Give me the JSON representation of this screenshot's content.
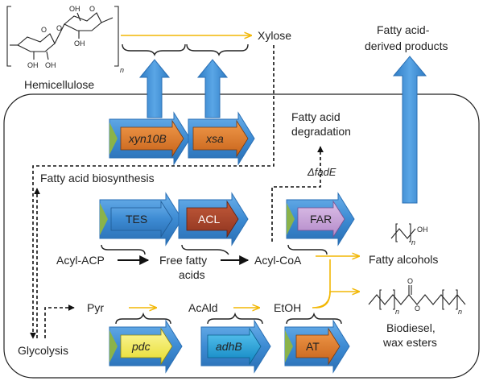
{
  "colors": {
    "blue": "#3d8bd3",
    "blue_dark": "#2a6fb4",
    "yellow_arrow": "#f2b705",
    "orange": "#e07b28",
    "brown": "#a8432a",
    "purple": "#c7a3d8",
    "yellow_gene": "#f6f060",
    "cyan": "#1aa3e0",
    "green_tab": "#8ab34a"
  },
  "labels": {
    "hemicellulose": "Hemicellulose",
    "xylose": "Xylose",
    "fatty_acid_products_line1": "Fatty acid-",
    "fatty_acid_products_line2": "derived products",
    "fatty_acid_degradation_line1": "Fatty acid",
    "fatty_acid_degradation_line2": "degradation",
    "fade": "ΔfadE",
    "fatty_acid_biosynthesis": "Fatty acid biosynthesis",
    "acyl_acp": "Acyl-ACP",
    "free_fatty_acids_line1": "Free fatty",
    "free_fatty_acids_line2": "acids",
    "acyl_coa": "Acyl-CoA",
    "fatty_alcohols": "Fatty alcohols",
    "pyr": "Pyr",
    "acald": "AcAld",
    "etoh": "EtOH",
    "biodiesel_line1": "Biodiesel,",
    "biodiesel_line2": "wax esters",
    "glycolysis": "Glycolysis"
  },
  "genes": {
    "xyn10b": "xyn10B",
    "xsa": "xsa",
    "tes": "TES",
    "acl": "ACL",
    "far": "FAR",
    "pdc": "pdc",
    "adhb": "adhB",
    "at": "AT"
  },
  "chem": {
    "sugar_oh": "OH",
    "sugar_o": "O",
    "subscript_n": "n",
    "alcohol_oh": "OH",
    "ester_o": "O"
  }
}
